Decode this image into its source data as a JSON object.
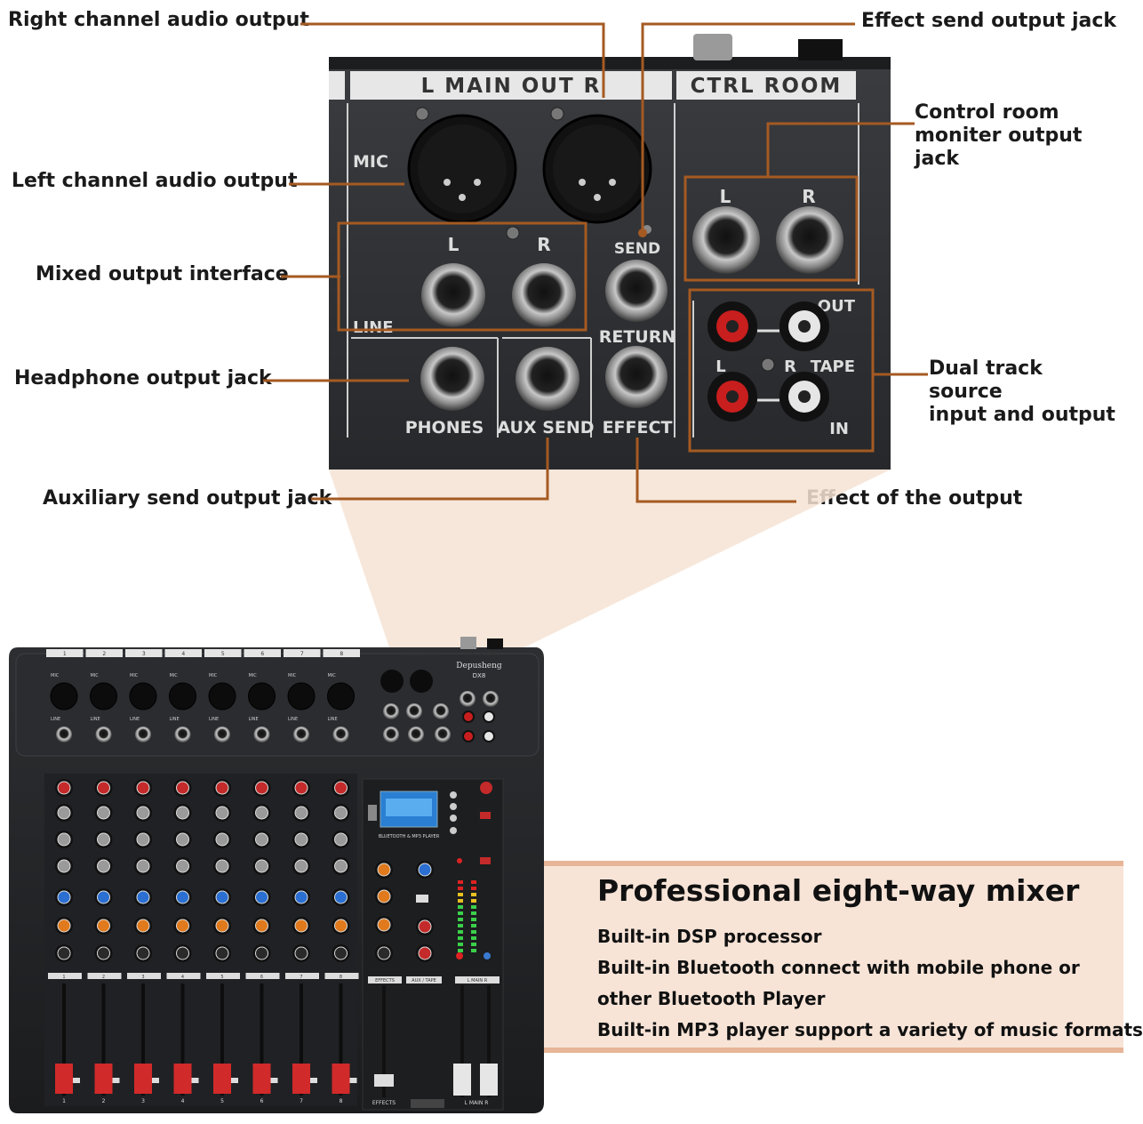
{
  "callouts": {
    "right_channel": "Right channel audio output",
    "left_channel": "Left channel audio output",
    "mixed_output": "Mixed output interface",
    "headphone": "Headphone output jack",
    "aux_send": "Auxiliary send output jack",
    "effect_send": "Effect send output jack",
    "control_room": [
      "Control room",
      "moniter output jack"
    ],
    "dual_track": [
      "Dual track source",
      "input and output"
    ],
    "effect_output": "Effect of the output"
  },
  "panel_labels": {
    "main_out": "L MAIN OUT R",
    "ctrl_room": "CTRL ROOM",
    "mic": "MIC",
    "line": "LINE",
    "l": "L",
    "r": "R",
    "send": "SEND",
    "return": "RETURN",
    "phones": "PHONES",
    "aux_send": "AUX SEND",
    "effect": "EFFECT",
    "out": "OUT",
    "tape": "TAPE",
    "in": "IN"
  },
  "mixer": {
    "brand": "Depusheng",
    "model": "DX8",
    "channels": [
      "1",
      "2",
      "3",
      "4",
      "5",
      "6",
      "7",
      "8"
    ],
    "bt_label": "BLUETOOTH & MP3 PLAYER",
    "effects_label": "EFFECTS",
    "main_label": "L MAIN R",
    "aux_tape_label": "AUX / TAPE"
  },
  "description": {
    "title": "Professional eight-way mixer",
    "features": [
      "Built-in DSP processor",
      "Built-in Bluetooth connect with mobile phone or",
      "other Bluetooth Player",
      "Built-in MP3 player support a variety of music formats"
    ]
  },
  "colors": {
    "accent_line": "#a55a22",
    "panel": "#2e3033",
    "band": "#f7e4d7"
  }
}
